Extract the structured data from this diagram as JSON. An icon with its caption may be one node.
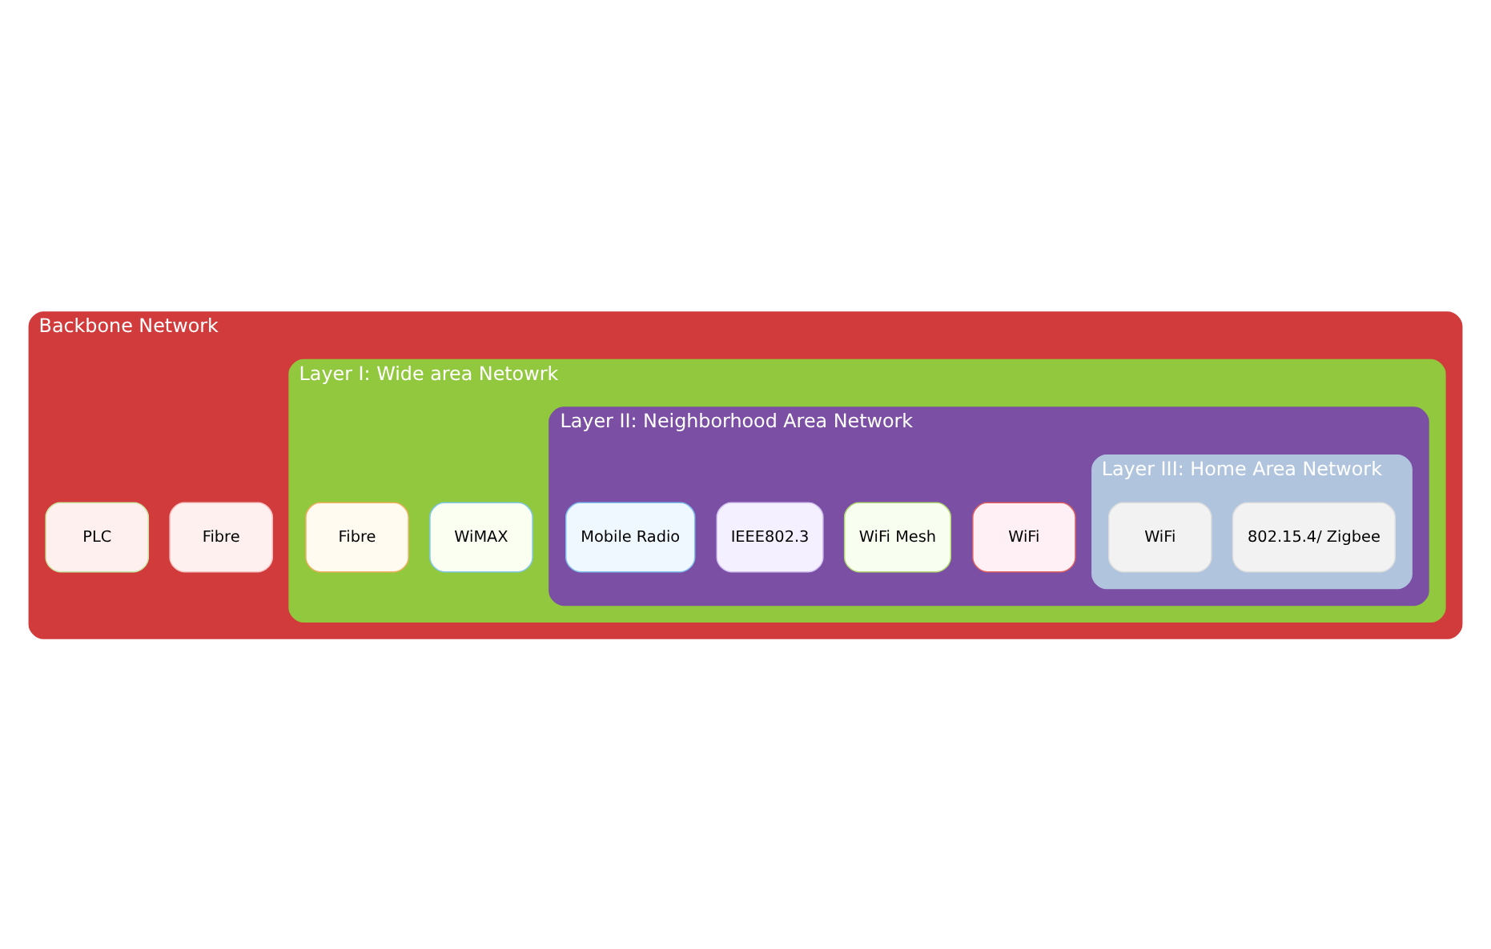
{
  "diagram": {
    "nodes": [
      {
        "text": [
          "Backbone Network"
        ]
      },
      {
        "text": [
          "Fibre"
        ],
        "in": 0
      },
      {
        "text": [
          "PLC"
        ],
        "in": 0
      },
      {
        "text": [
          "Layer I: Wide area Netowrk"
        ],
        "in": 0
      },
      {
        "text": [
          "WiMAX"
        ],
        "in": 3
      },
      {
        "text": [
          "Fibre"
        ],
        "in": 3
      },
      {
        "text": [
          "Layer II: Neighborhood Area Network"
        ],
        "in": 3
      },
      {
        "text": [
          "WiFi"
        ],
        "in": 6
      },
      {
        "text": [
          "WiFi Mesh"
        ],
        "in": 6
      },
      {
        "text": [
          "IEEE802.3"
        ],
        "in": 6
      },
      {
        "text": [
          "Mobile Radio"
        ],
        "in": 6
      },
      {
        "text": [
          "Layer III: Home Area Network"
        ],
        "in": 6
      },
      {
        "text": [
          "802.15.4/ Zigbee"
        ],
        "in": 11
      },
      {
        "text": [
          "WiFi"
        ],
        "in": 11
      }
    ]
  }
}
